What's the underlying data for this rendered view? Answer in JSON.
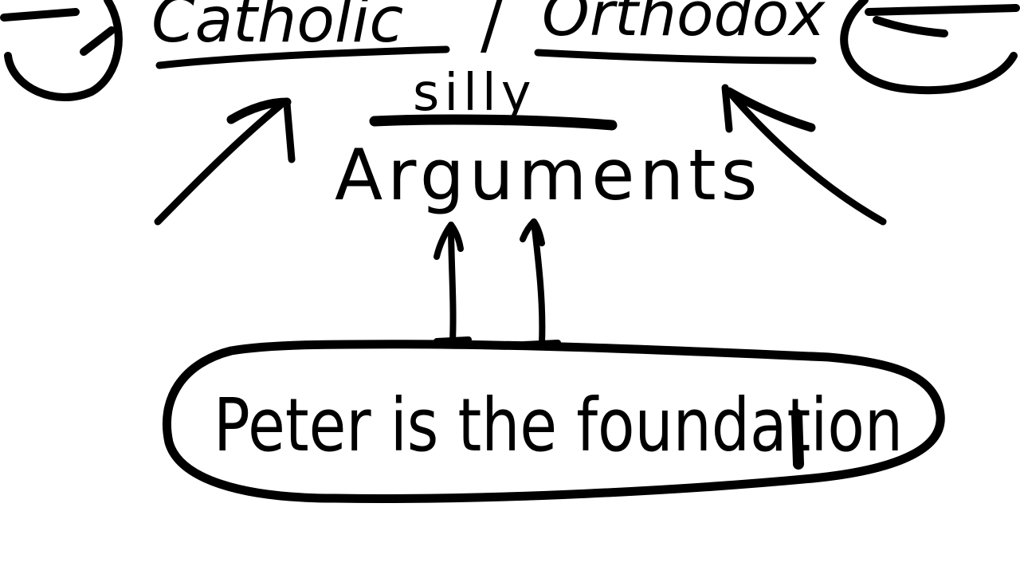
{
  "colors": {
    "background": "#ffffff",
    "ink": "#000000"
  },
  "labels": {
    "catholic": "Catholic",
    "slash": "/",
    "orthodox": "Orthodox",
    "silly": "silly",
    "arguments": "Arguments",
    "foundation": "Peter is the foundation"
  }
}
